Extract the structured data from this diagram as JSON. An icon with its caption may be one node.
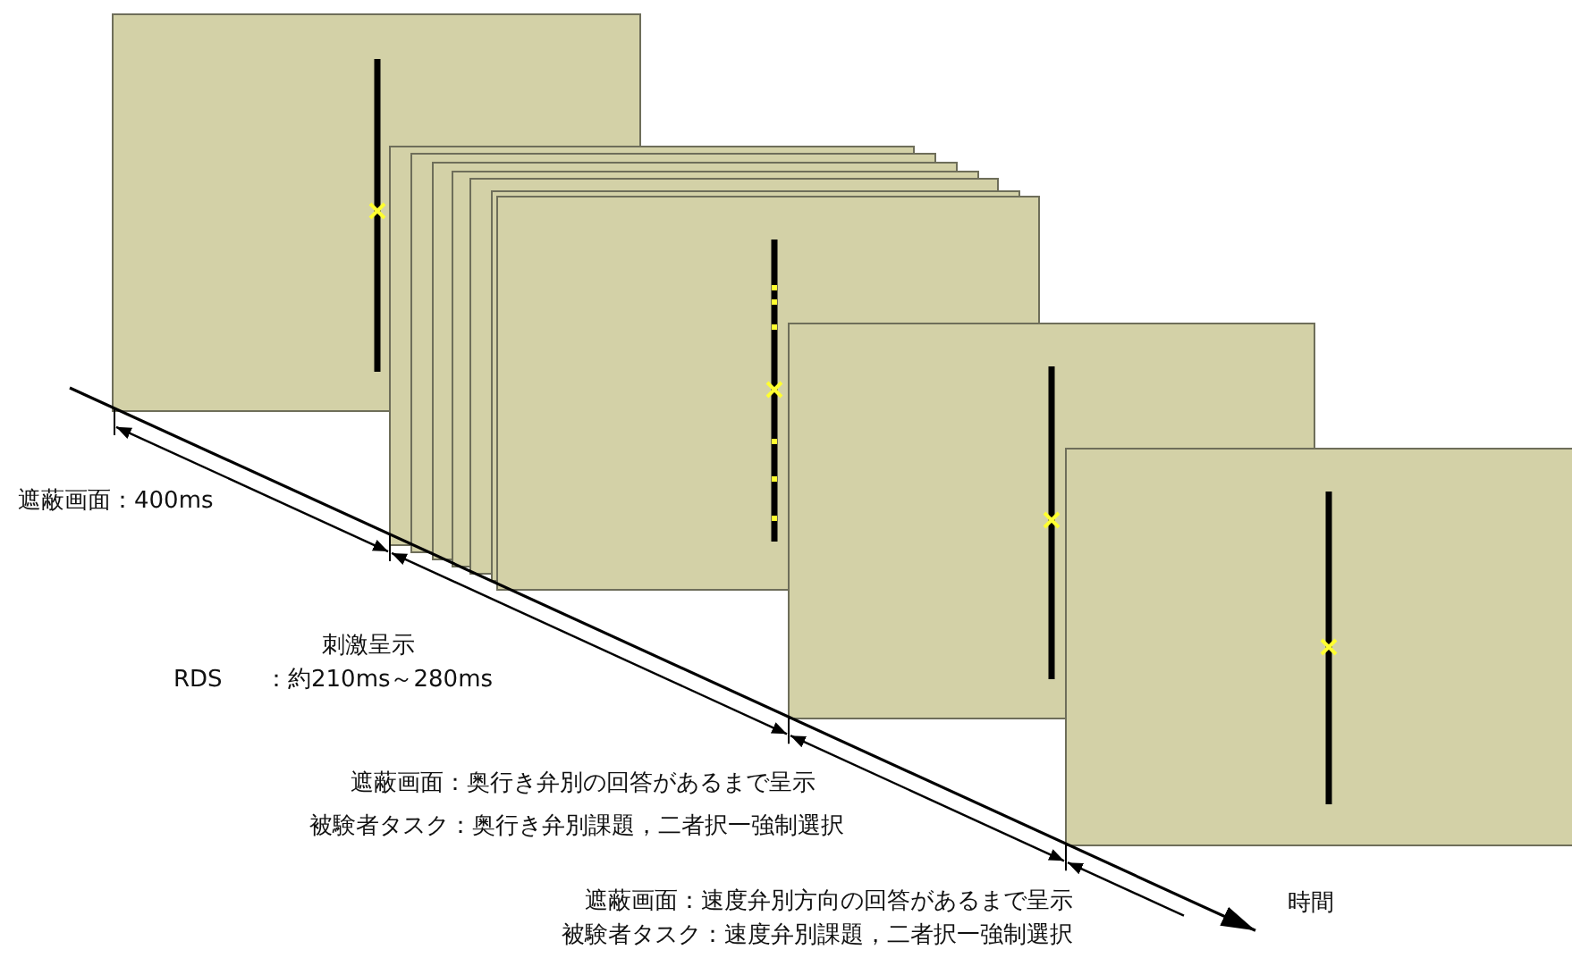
{
  "diagram": {
    "labels": [
      "遮蔽画面：400ms",
      "刺激呈示",
      "RDS",
      "：約210ms～280ms",
      "遮蔽画面：奥行き弁別の回答があるまで呈示",
      "被験者タスク：奥行き弁別課題，二者択一強制選択",
      "遮蔽画面：速度弁別方向の回答があるまで呈示",
      "被験者タスク：速度弁別課題，二者択一強制選択",
      "時間"
    ]
  }
}
